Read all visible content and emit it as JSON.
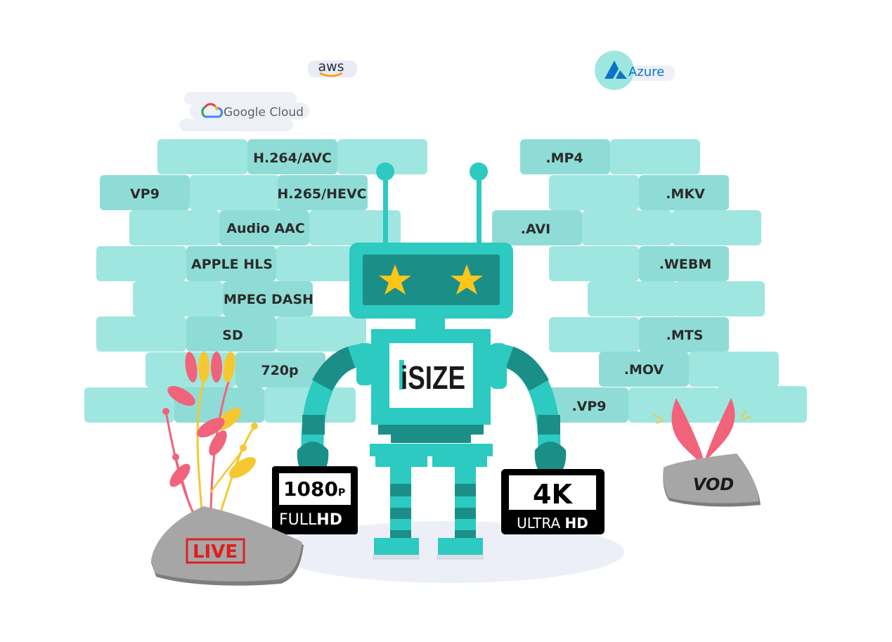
{
  "cloud_providers": {
    "aws": "aws",
    "google": "Google Cloud",
    "azure": "Azure"
  },
  "codecs_left": [
    "H.264/AVC",
    "VP9",
    "H.265/HEVC",
    "Audio AAC",
    "APPLE HLS",
    "MPEG DASH",
    "SD",
    "720p"
  ],
  "formats_right": [
    ".MP4",
    ".MKV",
    ".AVI",
    ".WEBM",
    ".MTS",
    ".MOV",
    ".VP9"
  ],
  "robot": {
    "brand": "iSIZE"
  },
  "badges": {
    "fullhd_top": "1080",
    "fullhd_suffix": "P",
    "fullhd_bottom_a": "FULL",
    "fullhd_bottom_b": "HD",
    "uhd_top": "4K",
    "uhd_bottom_a": "ULTRA ",
    "uhd_bottom_b": "HD"
  },
  "rocks": {
    "live": "LIVE",
    "vod": "VOD"
  },
  "colors": {
    "brick": "#9fe6e0",
    "brick_dark": "#8bd8d2",
    "robot_teal": "#2ccac0",
    "robot_dark": "#1b8f87",
    "star": "#ffc61a",
    "live_red": "#e01e1e",
    "rock": "#a6a6a6",
    "flower_pink": "#f0637a",
    "flower_yellow": "#f5c832"
  }
}
